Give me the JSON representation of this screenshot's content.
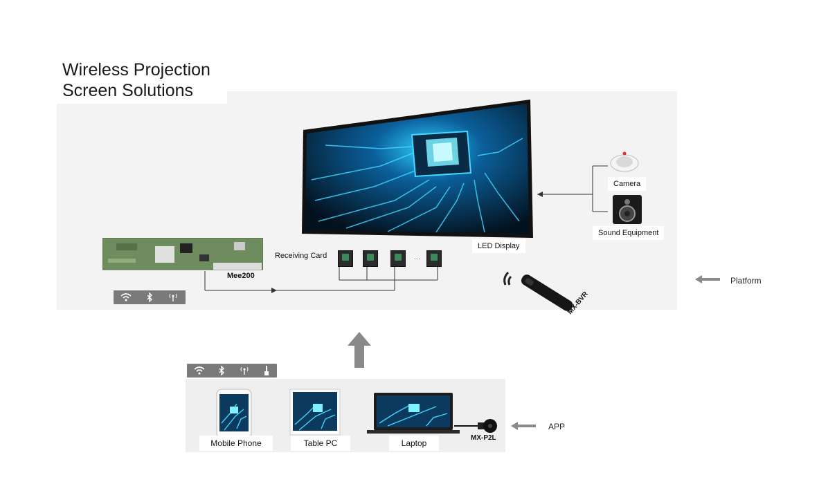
{
  "title": {
    "line1": "Wireless Projection",
    "line2": "Screen Solutions"
  },
  "platform": {
    "led_display_label": "LED Display",
    "camera_label": "Camera",
    "sound_label": "Sound  Equipment",
    "receiving_card_label": "Receiving Card",
    "receiving_card_ellipsis": "...",
    "controller_label": "Mee200",
    "remote_label": "MX-BVR",
    "side_label": "Platform",
    "connectivity_icons": [
      "wifi-icon",
      "bluetooth-icon",
      "antenna-icon"
    ]
  },
  "app": {
    "devices": [
      {
        "label": "Mobile Phone"
      },
      {
        "label": "Table PC"
      },
      {
        "label": "Laptop"
      }
    ],
    "dongle_label": "MX-P2L",
    "side_label": "APP",
    "connectivity_icons": [
      "wifi-icon",
      "bluetooth-icon",
      "antenna-icon",
      "usb-icon"
    ]
  },
  "colors": {
    "screen_blue": "#1ea0e0",
    "panel_gray": "#f3f3f3",
    "icon_bar": "#7a7a7a",
    "arrow_gray": "#8a8a8a"
  }
}
